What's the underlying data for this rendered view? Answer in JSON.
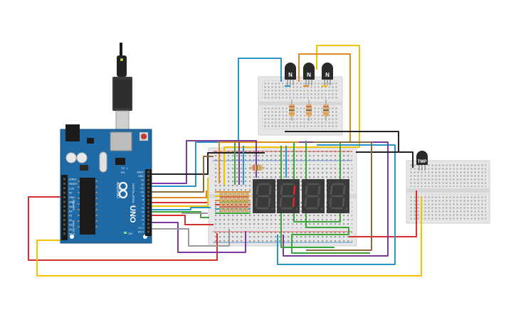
{
  "arduino": {
    "label_uno": "UNO",
    "label_arduino": "ARDUINO",
    "label_digital": "DIGITAL (PWM ~)",
    "label_power": "POWER",
    "label_analog": "ANALOG IN",
    "label_tx": "TX",
    "label_rx": "RX",
    "label_l": "L",
    "label_on": "ON",
    "digital_pins": [
      "AREF",
      "GND",
      "13",
      "12",
      "~11",
      "~10",
      "~9",
      "8",
      "7",
      "~6",
      "~5",
      "4",
      "~3",
      "2",
      "TX 1",
      "RX 0"
    ],
    "power_pins": [
      "IOREF",
      "RESET",
      "3.3V",
      "5V",
      "GND",
      "GND",
      "Vin"
    ],
    "analog_pins": [
      "A0",
      "A1",
      "A2",
      "A3",
      "A4",
      "A5"
    ]
  },
  "transistors": [
    {
      "label": "N"
    },
    {
      "label": "N"
    },
    {
      "label": "N"
    }
  ],
  "sensor": {
    "label": "TMP"
  },
  "display": {
    "digit_2": "1"
  },
  "colors": {
    "board": "#1f6aa5",
    "breadboard": "#e6e6e6",
    "wire_red": "#d3302f",
    "wire_yellow": "#f2c200",
    "wire_blue": "#2a93c9",
    "wire_orange": "#e08a1e",
    "wire_purple": "#7b3aa0",
    "wire_green": "#3aa63a",
    "wire_gray": "#9a9a9a",
    "wire_black": "#222222",
    "wire_brown": "#8b6a3e",
    "segment_on": "#e2262f"
  }
}
